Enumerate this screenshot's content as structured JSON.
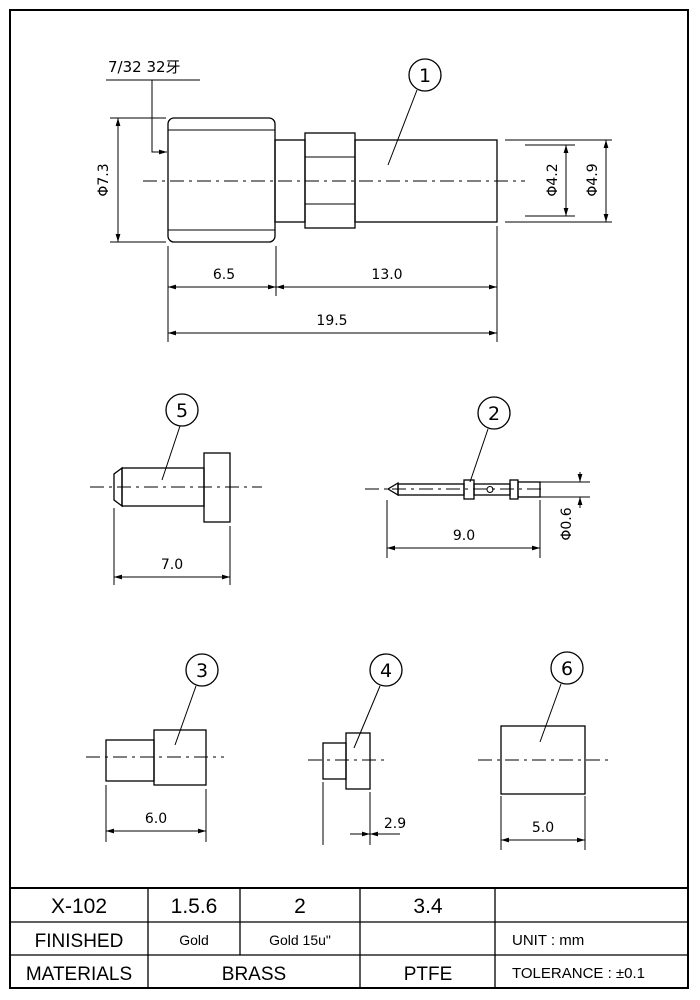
{
  "callouts": {
    "c1": "1",
    "c2": "2",
    "c3": "3",
    "c4": "4",
    "c5": "5",
    "c6": "6"
  },
  "dimensions": {
    "thread": "7/32 32牙",
    "d_7_3": "Φ7.3",
    "d_4_2": "Φ4.2",
    "d_4_9": "Φ4.9",
    "len_6_5": "6.5",
    "len_13_0": "13.0",
    "len_19_5": "19.5",
    "len_7_0": "7.0",
    "len_9_0": "9.0",
    "d_0_6": "Φ0.6",
    "len_6_0": "6.0",
    "len_2_9": "2.9",
    "len_5_0": "5.0"
  },
  "title_block": {
    "row1": [
      "X-102",
      "1.5.6",
      "2",
      "3.4",
      ""
    ],
    "finished_label": "FINISHED",
    "finished_gold": "Gold",
    "finished_gold15": "Gold 15u\"",
    "unit": "UNIT : mm",
    "materials_label": "MATERIALS",
    "brass": "BRASS",
    "ptfe": "PTFE",
    "tolerance": "TOLERANCE : ±0.1"
  }
}
